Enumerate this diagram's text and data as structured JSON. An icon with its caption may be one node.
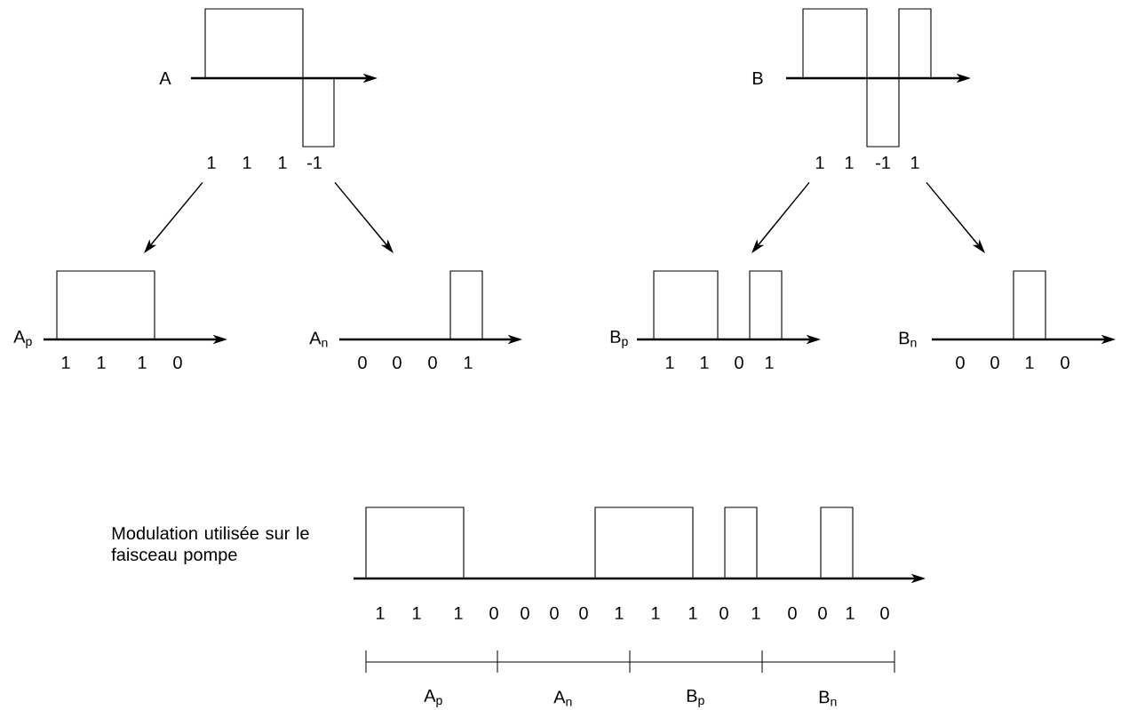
{
  "diagram": {
    "nodes": [
      {
        "text": [
          "A"
        ]
      },
      {
        "text": [
          "B"
        ]
      },
      {
        "text": [
          "A$_{p}$"
        ]
      },
      {
        "text": [
          "A$_{n}$"
        ]
      },
      {
        "text": [
          "B$_{p}$"
        ]
      },
      {
        "text": [
          "B$_{n}$"
        ]
      },
      {
        "text": [
          "Modulation utilisée sur le faisceau pompe"
        ]
      }
    ],
    "edges": [
      {
        "from": 0,
        "to": 2,
        "arrow": "to"
      },
      {
        "from": 0,
        "to": 3,
        "arrow": "to"
      },
      {
        "from": 1,
        "to": 4,
        "arrow": "to"
      },
      {
        "from": 1,
        "to": 5,
        "arrow": "to"
      }
    ],
    "labels": [
      "1",
      "1",
      "1",
      "-1",
      "1",
      "1",
      "-1",
      "1",
      "1",
      "1",
      "1",
      "0",
      "0",
      "0",
      "0",
      "1",
      "1",
      "1",
      "0",
      "1",
      "0",
      "0",
      "1",
      "0",
      "1",
      "1",
      "1",
      "0",
      "0",
      "0",
      "0",
      "1",
      "1",
      "1",
      "0",
      "1",
      "0",
      "0",
      "1",
      "0",
      "A$_{p}$",
      "A$_{n}$",
      "B$_{p}$",
      "B$_{n}$"
    ]
  }
}
